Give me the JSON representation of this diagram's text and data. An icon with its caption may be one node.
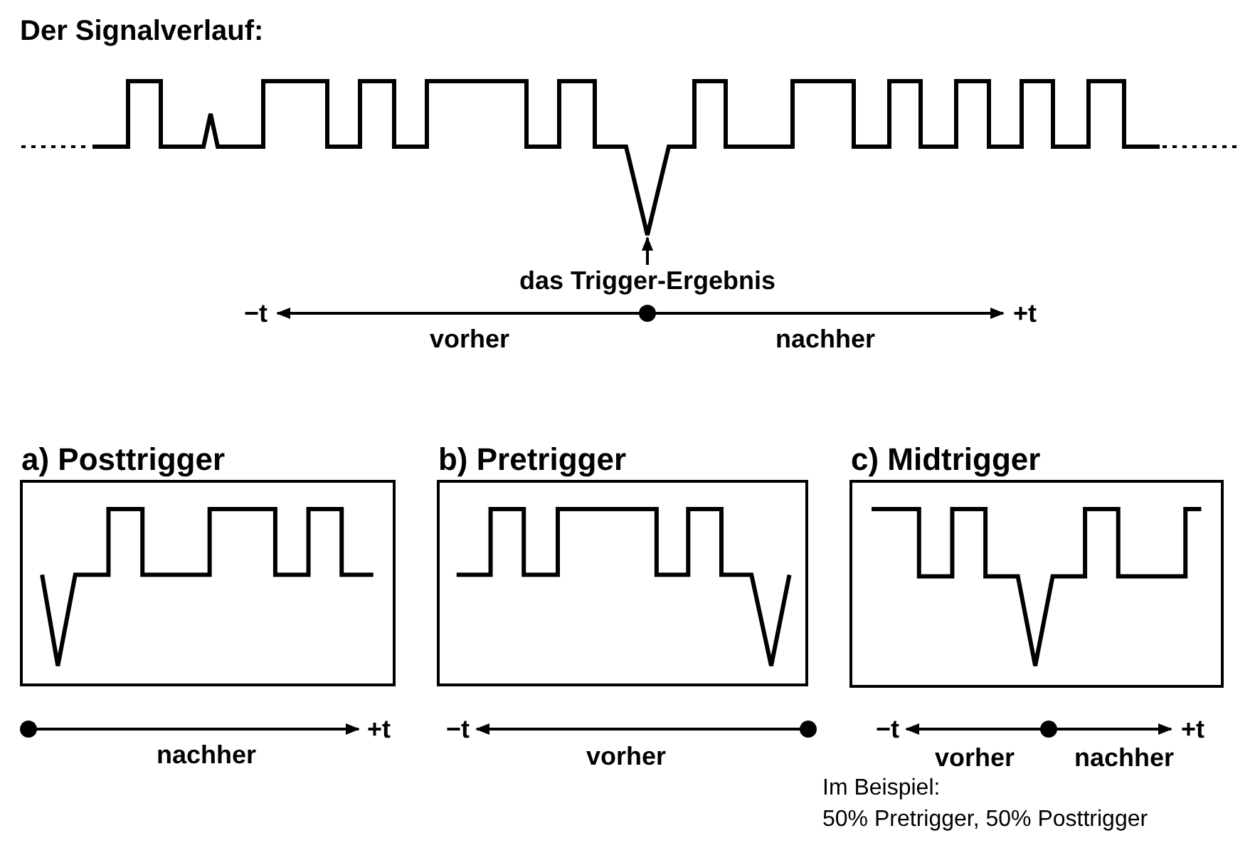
{
  "diagram": {
    "title": "Der Signalverlauf:",
    "nodes": [
      {
        "text": [],
        "shape": "waveform"
      },
      {
        "text": [
          "das Trigger-Ergebnis"
        ]
      },
      {
        "text": [
          "a) Posttrigger"
        ]
      },
      {
        "text": [
          "b) Pretrigger"
        ]
      },
      {
        "text": [
          "c) Midtrigger"
        ]
      }
    ],
    "edges": [
      {
        "from": 1,
        "to": 0,
        "arrow": "to"
      }
    ],
    "labels": [
      "−t",
      "+t",
      "vorher",
      "nachher",
      "+t",
      "−t",
      "−t",
      "+t",
      "nachher",
      "vorher",
      "vorher",
      "nachher",
      "Im Beispiel:",
      "50% Pretrigger, 50% Posttrigger"
    ]
  }
}
